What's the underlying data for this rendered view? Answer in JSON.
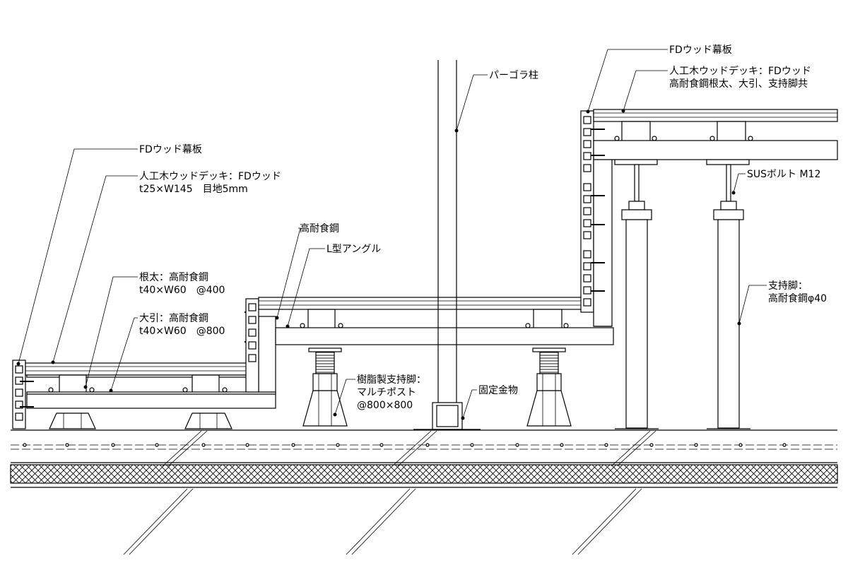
{
  "labels": {
    "fd_fascia_left": "FDウッド幕板",
    "deck_left_line1": "人工木ウッドデッキ：FDウッド",
    "deck_left_line2": "t25×W145　目地5mm",
    "high_corrosion_steel": "高耐食鋼",
    "l_angle": "L型アングル",
    "joist_line1": "根太：高耐食鋼",
    "joist_line2": "t40×W60　@400",
    "beam_line1": "大引：高耐食鋼",
    "beam_line2": "t40×W60　@800",
    "resin_support_line1": "樹脂製支持脚：",
    "resin_support_line2": "マルチポスト",
    "resin_support_line3": "@800×800",
    "fixing_hardware": "固定金物",
    "pergola_post": "パーゴラ柱",
    "fd_fascia_right": "FDウッド幕板",
    "deck_right_line1": "人工木ウッドデッキ：FDウッド",
    "deck_right_line2": "高耐食鋼根太、大引、支持脚共",
    "sus_bolt": "SUSボルト M12",
    "steel_leg_line1": "支持脚：",
    "steel_leg_line2": "高耐食鋼φ40"
  }
}
